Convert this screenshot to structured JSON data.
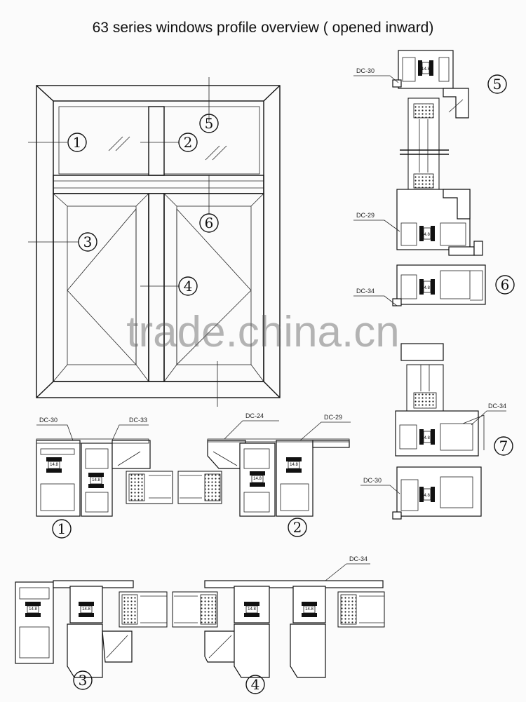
{
  "title": "63 series windows profile overview ( opened inward)",
  "watermark": "trade.china.cn",
  "callouts": {
    "n1": "1",
    "n2": "2",
    "n3": "3",
    "n4": "4",
    "n5": "5",
    "n6": "6",
    "n7": "7"
  },
  "profile_tags": {
    "dc30_a": "DC-30",
    "dc29_a": "DC-29",
    "dc34_a": "DC-34",
    "dc34_b": "DC-34",
    "dc30_b": "DC-30",
    "dc30_c": "DC-30",
    "dc33": "DC-33",
    "dc24": "DC-24",
    "dc29_b": "DC-29",
    "dc34_c": "DC-34"
  },
  "dimension": "14.8"
}
